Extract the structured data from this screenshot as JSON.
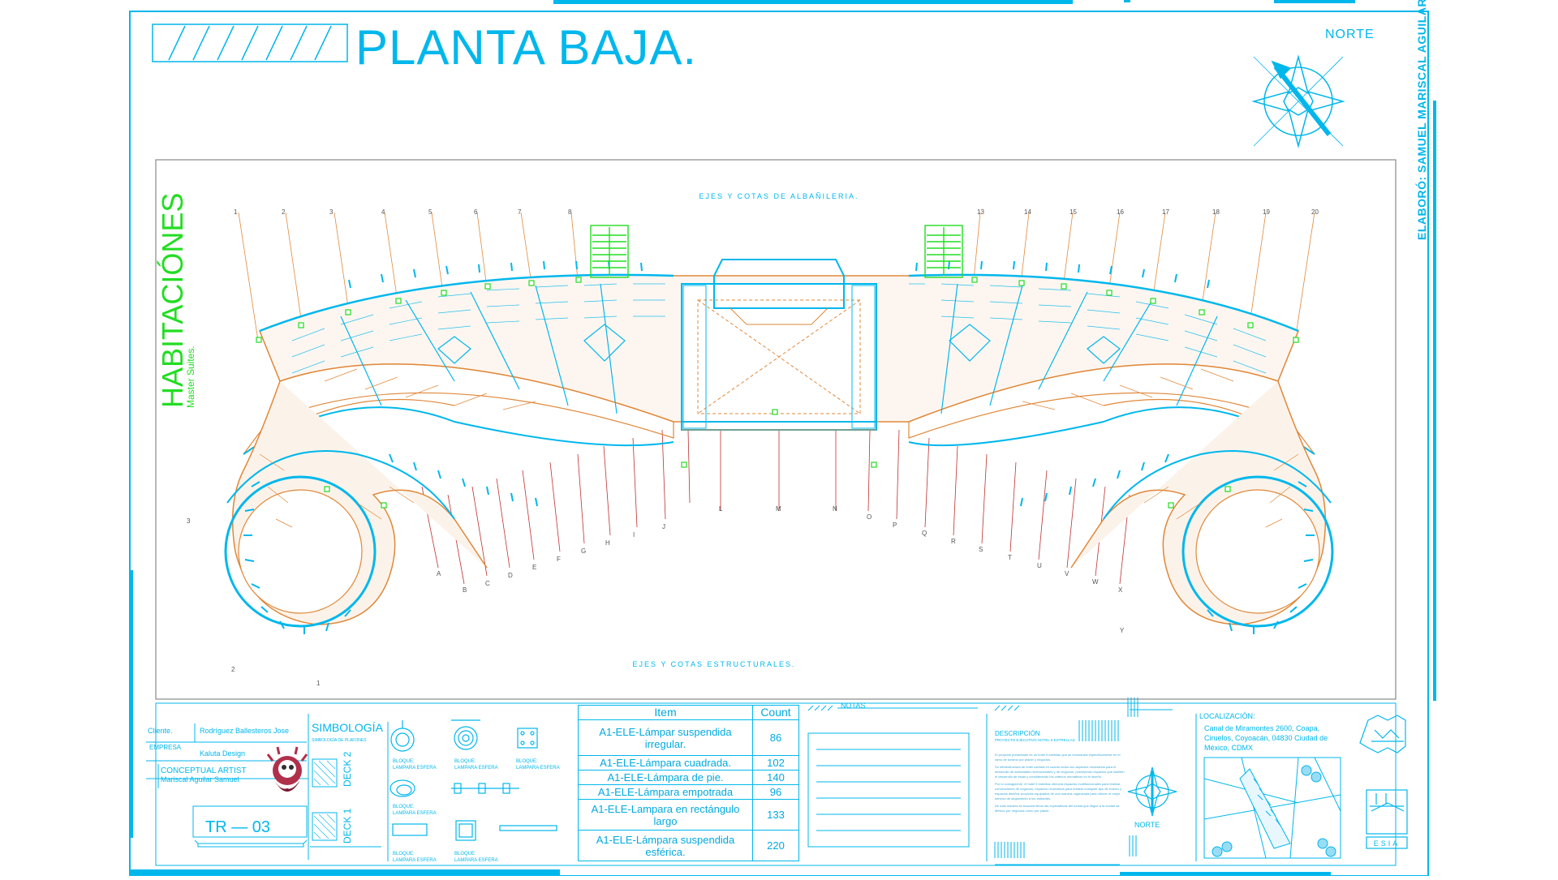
{
  "title": "PLANTA BAJA.",
  "north_label": "NORTE",
  "author_vertical": "ELABORÓ: SAMUEL MARISCAL AGUILAR.",
  "section_title": "HABITACIÓNES",
  "section_subtitle": "Master Suites.",
  "axis_label_top": "EJES Y COTAS DE ALBAÑILERIA.",
  "axis_label_bottom": "EJES Y COTAS ESTRUCTURALES.",
  "title_block": {
    "client_label": "Cliente.",
    "client_value": "Rodríguez Ballesteros Jose",
    "company_label": "EMPRESA",
    "company_value": "Kaluta Design",
    "artist_label": "CONCEPTUAL ARTIST",
    "artist_value": "Mariscal Aguilar Samuel",
    "sheet_code": "TR — 03"
  },
  "simbologia": {
    "title": "SIMBOLOGÍA",
    "subtitle": "SIMBOLOGÍA DE PLAFONES",
    "deck2": "DECK 2",
    "deck1": "DECK 1",
    "symbols": [
      {
        "l1": "BLOQUE:",
        "l2": "LAMPARA ESFERA"
      },
      {
        "l1": "BLOQUE:",
        "l2": "LAMPARA ESFERA"
      },
      {
        "l1": "BLOQUE:",
        "l2": "LAMPARA ESFERA"
      },
      {
        "l1": "BLOQUE:",
        "l2": "LAMPARA ESFERA"
      },
      {
        "l1": "BLOQUE:",
        "l2": "LAMPARA ESFERA"
      },
      {
        "l1": "BLOQUE:",
        "l2": "LAMPARA ESFERA"
      }
    ]
  },
  "legend_table": {
    "headers": [
      "Item",
      "Count"
    ],
    "rows": [
      {
        "item": "A1-ELE-Lámpar suspendida irregular.",
        "count": "86"
      },
      {
        "item": "A1-ELE-Lámpara cuadrada.",
        "count": "102"
      },
      {
        "item": "A1-ELE-Lámpara de pie.",
        "count": "140"
      },
      {
        "item": "A1-ELE-Lámpara empotrada",
        "count": "96"
      },
      {
        "item": "A1-ELE-Lampara en rectángulo largo",
        "count": "133"
      },
      {
        "item": "A1-ELE-Lámpara suspendida esférica.",
        "count": "220"
      }
    ]
  },
  "notes_label": "NOTAS",
  "description": {
    "title": "DESCRIPCIÓN",
    "subtitle": "PROYECTO EJECUTIVO HOTEL 5 ESTRELLAS",
    "paragraphs": [
      "El proyecto presentado es un hotel 5 estrellas que se encontrará específicamente en el ramo de turismo por placer y negocios.",
      "Su infraestructura de hotel contará en cuanto todos sus aspectos necesarios para el desarrollo de actividades recreacionales y de negocios, proveyendo espacios que faciliten el desarrollo de éstas y considerando los criterios normativos en el diseño.",
      "Por lo consiguiente, el hotel 5 estrellas ofrecerá espacios multifuncionales para realizar convenciones de negocios, espacios recreativos para realizar cualquier tipo de evento y espacios diseños propicios equipados de una manera organizada para ofrecer el mejor servicio de alojamiento a los visitantes.",
      "De esta manera se buscará llenar las expectativas del turista que llegue a la ciudad de México por negocios como por placer."
    ]
  },
  "north_label_small": "NORTE",
  "location": {
    "title": "LOCALIZACIÓN:",
    "address": "Canal de Miramontes 2600, Coapa, Ciruelos, Coyoacán, 04830 Ciudad de México, CDMX"
  },
  "school_label": "ESIA",
  "colors": {
    "accent": "#00b7ec",
    "green": "#22dd22",
    "orange": "#e0883a",
    "red": "#c03030"
  }
}
